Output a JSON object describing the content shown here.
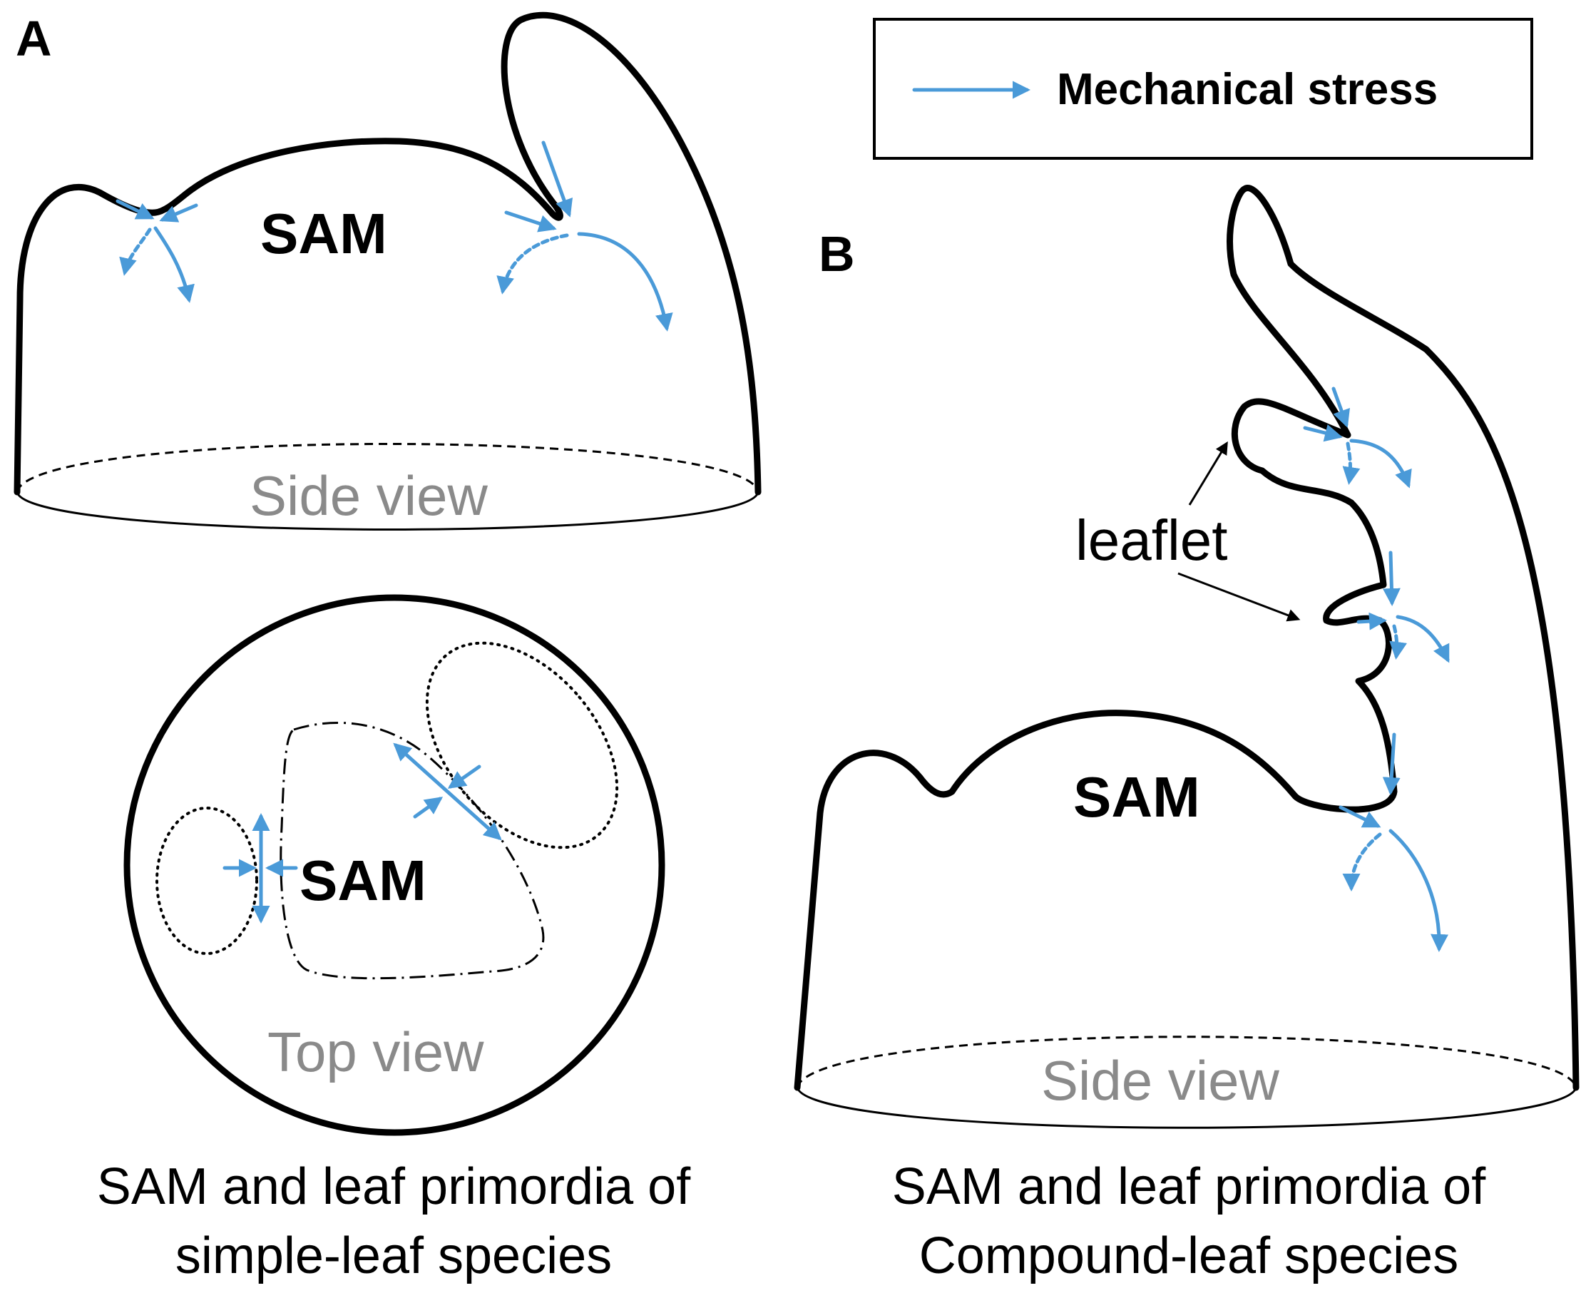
{
  "panels": {
    "a_label": "A",
    "b_label": "B"
  },
  "legend": {
    "label": "Mechanical stress",
    "arrow_icon": "blue-arrow-icon"
  },
  "panel_a": {
    "side_view": {
      "sam": "SAM",
      "view": "Side view"
    },
    "top_view": {
      "sam": "SAM",
      "view": "Top view"
    },
    "caption_line1": "SAM and leaf primordia of",
    "caption_line2": "simple-leaf species"
  },
  "panel_b": {
    "sam": "SAM",
    "leaflet": "leaflet",
    "view": "Side view",
    "caption_line1": "SAM and leaf primordia of",
    "caption_line2": "Compound-leaf species"
  },
  "colors": {
    "stress": "#4a9ad8",
    "outline": "#000000",
    "view_label": "#8a8a8a"
  }
}
